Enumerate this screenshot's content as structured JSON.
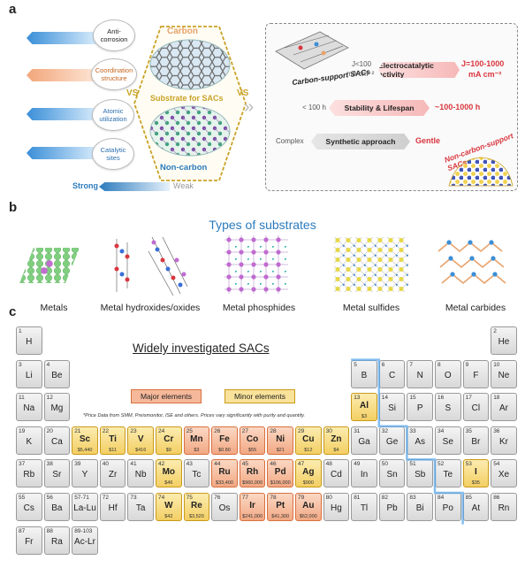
{
  "panel_labels": {
    "a": "a",
    "b": "b",
    "c": "c"
  },
  "panel_a": {
    "bubbles": [
      "Anti-corrosion",
      "Coordination structure",
      "Atomic utilization",
      "Catalytic sites"
    ],
    "carbon_label": "Carbon",
    "substrate_label": "Substrate for SACs",
    "non_carbon_label": "Non-carbon",
    "vs_left": "VS",
    "vs_right": "VS",
    "strong_label": "Strong",
    "weak_label": "Weak",
    "carbon_support_label": "Carbon-support SACs",
    "non_carbon_support_label": "Non-carbon-support SACs",
    "rows": [
      {
        "left": "J<100",
        "left2": "mA cm⁻²",
        "center": "Electrocatalytic activity",
        "right": "J=100-1000",
        "right2": "mA cm⁻²"
      },
      {
        "left": "< 100 h",
        "center": "Stability & Lifespan",
        "right": "~100-1000 h"
      },
      {
        "left": "Complex",
        "center": "Synthetic approach",
        "right": "Gentle"
      }
    ],
    "colors": {
      "carbon": "#e8a26a",
      "noncarbon": "#2b7bbd",
      "gold": "#c9a227",
      "red": "#d9363e"
    }
  },
  "panel_b": {
    "title": "Types of substrates",
    "substrates": [
      "Metals",
      "Metal hydroxides/oxides",
      "Metal phosphides",
      "Metal sulfides",
      "Metal carbides"
    ]
  },
  "panel_c": {
    "title": "Widely investigated SACs",
    "legend_major": "Major elements",
    "legend_minor": "Minor elements",
    "note": "*Price Data from SMM, Preismonitor, ISE and others. Prices vary significantly with purity and quantity.",
    "elements": [
      {
        "n": "1",
        "s": "H",
        "r": 1,
        "c": 1,
        "t": ""
      },
      {
        "n": "2",
        "s": "He",
        "r": 1,
        "c": 18,
        "t": ""
      },
      {
        "n": "3",
        "s": "Li",
        "r": 2,
        "c": 1,
        "t": ""
      },
      {
        "n": "4",
        "s": "Be",
        "r": 2,
        "c": 2,
        "t": ""
      },
      {
        "n": "5",
        "s": "B",
        "r": 2,
        "c": 13,
        "t": ""
      },
      {
        "n": "6",
        "s": "C",
        "r": 2,
        "c": 14,
        "t": ""
      },
      {
        "n": "7",
        "s": "N",
        "r": 2,
        "c": 15,
        "t": ""
      },
      {
        "n": "8",
        "s": "O",
        "r": 2,
        "c": 16,
        "t": ""
      },
      {
        "n": "9",
        "s": "F",
        "r": 2,
        "c": 17,
        "t": ""
      },
      {
        "n": "10",
        "s": "Ne",
        "r": 2,
        "c": 18,
        "t": ""
      },
      {
        "n": "11",
        "s": "Na",
        "r": 3,
        "c": 1,
        "t": ""
      },
      {
        "n": "12",
        "s": "Mg",
        "r": 3,
        "c": 2,
        "t": ""
      },
      {
        "n": "13",
        "s": "Al",
        "r": 3,
        "c": 13,
        "t": "minor",
        "p": "$3"
      },
      {
        "n": "14",
        "s": "Si",
        "r": 3,
        "c": 14,
        "t": ""
      },
      {
        "n": "15",
        "s": "P",
        "r": 3,
        "c": 15,
        "t": ""
      },
      {
        "n": "16",
        "s": "S",
        "r": 3,
        "c": 16,
        "t": ""
      },
      {
        "n": "17",
        "s": "Cl",
        "r": 3,
        "c": 17,
        "t": ""
      },
      {
        "n": "18",
        "s": "Ar",
        "r": 3,
        "c": 18,
        "t": ""
      },
      {
        "n": "19",
        "s": "K",
        "r": 4,
        "c": 1,
        "t": ""
      },
      {
        "n": "20",
        "s": "Ca",
        "r": 4,
        "c": 2,
        "t": ""
      },
      {
        "n": "21",
        "s": "Sc",
        "r": 4,
        "c": 3,
        "t": "minor",
        "p": "$5,440"
      },
      {
        "n": "22",
        "s": "Ti",
        "r": 4,
        "c": 4,
        "t": "minor",
        "p": "$11"
      },
      {
        "n": "23",
        "s": "V",
        "r": 4,
        "c": 5,
        "t": "minor",
        "p": "$416"
      },
      {
        "n": "24",
        "s": "Cr",
        "r": 4,
        "c": 6,
        "t": "minor",
        "p": "$9"
      },
      {
        "n": "25",
        "s": "Mn",
        "r": 4,
        "c": 7,
        "t": "major",
        "p": "$3"
      },
      {
        "n": "26",
        "s": "Fe",
        "r": 4,
        "c": 8,
        "t": "major",
        "p": "$0.80"
      },
      {
        "n": "27",
        "s": "Co",
        "r": 4,
        "c": 9,
        "t": "major",
        "p": "$55"
      },
      {
        "n": "28",
        "s": "Ni",
        "r": 4,
        "c": 10,
        "t": "major",
        "p": "$21"
      },
      {
        "n": "29",
        "s": "Cu",
        "r": 4,
        "c": 11,
        "t": "minor",
        "p": "$12"
      },
      {
        "n": "30",
        "s": "Zn",
        "r": 4,
        "c": 12,
        "t": "minor",
        "p": "$4"
      },
      {
        "n": "31",
        "s": "Ga",
        "r": 4,
        "c": 13,
        "t": ""
      },
      {
        "n": "32",
        "s": "Ge",
        "r": 4,
        "c": 14,
        "t": ""
      },
      {
        "n": "33",
        "s": "As",
        "r": 4,
        "c": 15,
        "t": ""
      },
      {
        "n": "34",
        "s": "Se",
        "r": 4,
        "c": 16,
        "t": ""
      },
      {
        "n": "35",
        "s": "Br",
        "r": 4,
        "c": 17,
        "t": ""
      },
      {
        "n": "36",
        "s": "Kr",
        "r": 4,
        "c": 18,
        "t": ""
      },
      {
        "n": "37",
        "s": "Rb",
        "r": 5,
        "c": 1,
        "t": ""
      },
      {
        "n": "38",
        "s": "Sr",
        "r": 5,
        "c": 2,
        "t": ""
      },
      {
        "n": "39",
        "s": "Y",
        "r": 5,
        "c": 3,
        "t": ""
      },
      {
        "n": "40",
        "s": "Zr",
        "r": 5,
        "c": 4,
        "t": ""
      },
      {
        "n": "41",
        "s": "Nb",
        "r": 5,
        "c": 5,
        "t": ""
      },
      {
        "n": "42",
        "s": "Mo",
        "r": 5,
        "c": 6,
        "t": "minor",
        "p": "$46"
      },
      {
        "n": "43",
        "s": "Tc",
        "r": 5,
        "c": 7,
        "t": ""
      },
      {
        "n": "44",
        "s": "Ru",
        "r": 5,
        "c": 8,
        "t": "major",
        "p": "$33,400"
      },
      {
        "n": "45",
        "s": "Rh",
        "r": 5,
        "c": 9,
        "t": "major",
        "p": "$960,000"
      },
      {
        "n": "46",
        "s": "Pd",
        "r": 5,
        "c": 10,
        "t": "major",
        "p": "$106,000"
      },
      {
        "n": "47",
        "s": "Ag",
        "r": 5,
        "c": 11,
        "t": "minor",
        "p": "$900"
      },
      {
        "n": "48",
        "s": "Cd",
        "r": 5,
        "c": 12,
        "t": ""
      },
      {
        "n": "49",
        "s": "In",
        "r": 5,
        "c": 13,
        "t": ""
      },
      {
        "n": "50",
        "s": "Sn",
        "r": 5,
        "c": 14,
        "t": ""
      },
      {
        "n": "51",
        "s": "Sb",
        "r": 5,
        "c": 15,
        "t": ""
      },
      {
        "n": "52",
        "s": "Te",
        "r": 5,
        "c": 16,
        "t": ""
      },
      {
        "n": "53",
        "s": "I",
        "r": 5,
        "c": 17,
        "t": "minor",
        "p": "$35"
      },
      {
        "n": "54",
        "s": "Xe",
        "r": 5,
        "c": 18,
        "t": ""
      },
      {
        "n": "55",
        "s": "Cs",
        "r": 6,
        "c": 1,
        "t": ""
      },
      {
        "n": "56",
        "s": "Ba",
        "r": 6,
        "c": 2,
        "t": ""
      },
      {
        "n": "57-71",
        "s": "La-Lu",
        "r": 6,
        "c": 3,
        "t": ""
      },
      {
        "n": "72",
        "s": "Hf",
        "r": 6,
        "c": 4,
        "t": ""
      },
      {
        "n": "73",
        "s": "Ta",
        "r": 6,
        "c": 5,
        "t": ""
      },
      {
        "n": "74",
        "s": "W",
        "r": 6,
        "c": 6,
        "t": "minor",
        "p": "$42"
      },
      {
        "n": "75",
        "s": "Re",
        "r": 6,
        "c": 7,
        "t": "minor",
        "p": "$3,520"
      },
      {
        "n": "76",
        "s": "Os",
        "r": 6,
        "c": 8,
        "t": ""
      },
      {
        "n": "77",
        "s": "Ir",
        "r": 6,
        "c": 9,
        "t": "major",
        "p": "$241,000"
      },
      {
        "n": "78",
        "s": "Pt",
        "r": 6,
        "c": 10,
        "t": "major",
        "p": "$41,300"
      },
      {
        "n": "79",
        "s": "Au",
        "r": 6,
        "c": 11,
        "t": "major",
        "p": "$62,000"
      },
      {
        "n": "80",
        "s": "Hg",
        "r": 6,
        "c": 12,
        "t": ""
      },
      {
        "n": "81",
        "s": "Tl",
        "r": 6,
        "c": 13,
        "t": ""
      },
      {
        "n": "82",
        "s": "Pb",
        "r": 6,
        "c": 14,
        "t": ""
      },
      {
        "n": "83",
        "s": "Bi",
        "r": 6,
        "c": 15,
        "t": ""
      },
      {
        "n": "84",
        "s": "Po",
        "r": 6,
        "c": 16,
        "t": ""
      },
      {
        "n": "85",
        "s": "At",
        "r": 6,
        "c": 17,
        "t": ""
      },
      {
        "n": "86",
        "s": "Rn",
        "r": 6,
        "c": 18,
        "t": ""
      },
      {
        "n": "87",
        "s": "Fr",
        "r": 7,
        "c": 1,
        "t": ""
      },
      {
        "n": "88",
        "s": "Ra",
        "r": 7,
        "c": 2,
        "t": ""
      },
      {
        "n": "89-103",
        "s": "Ac-Lr",
        "r": 7,
        "c": 3,
        "t": ""
      }
    ]
  }
}
